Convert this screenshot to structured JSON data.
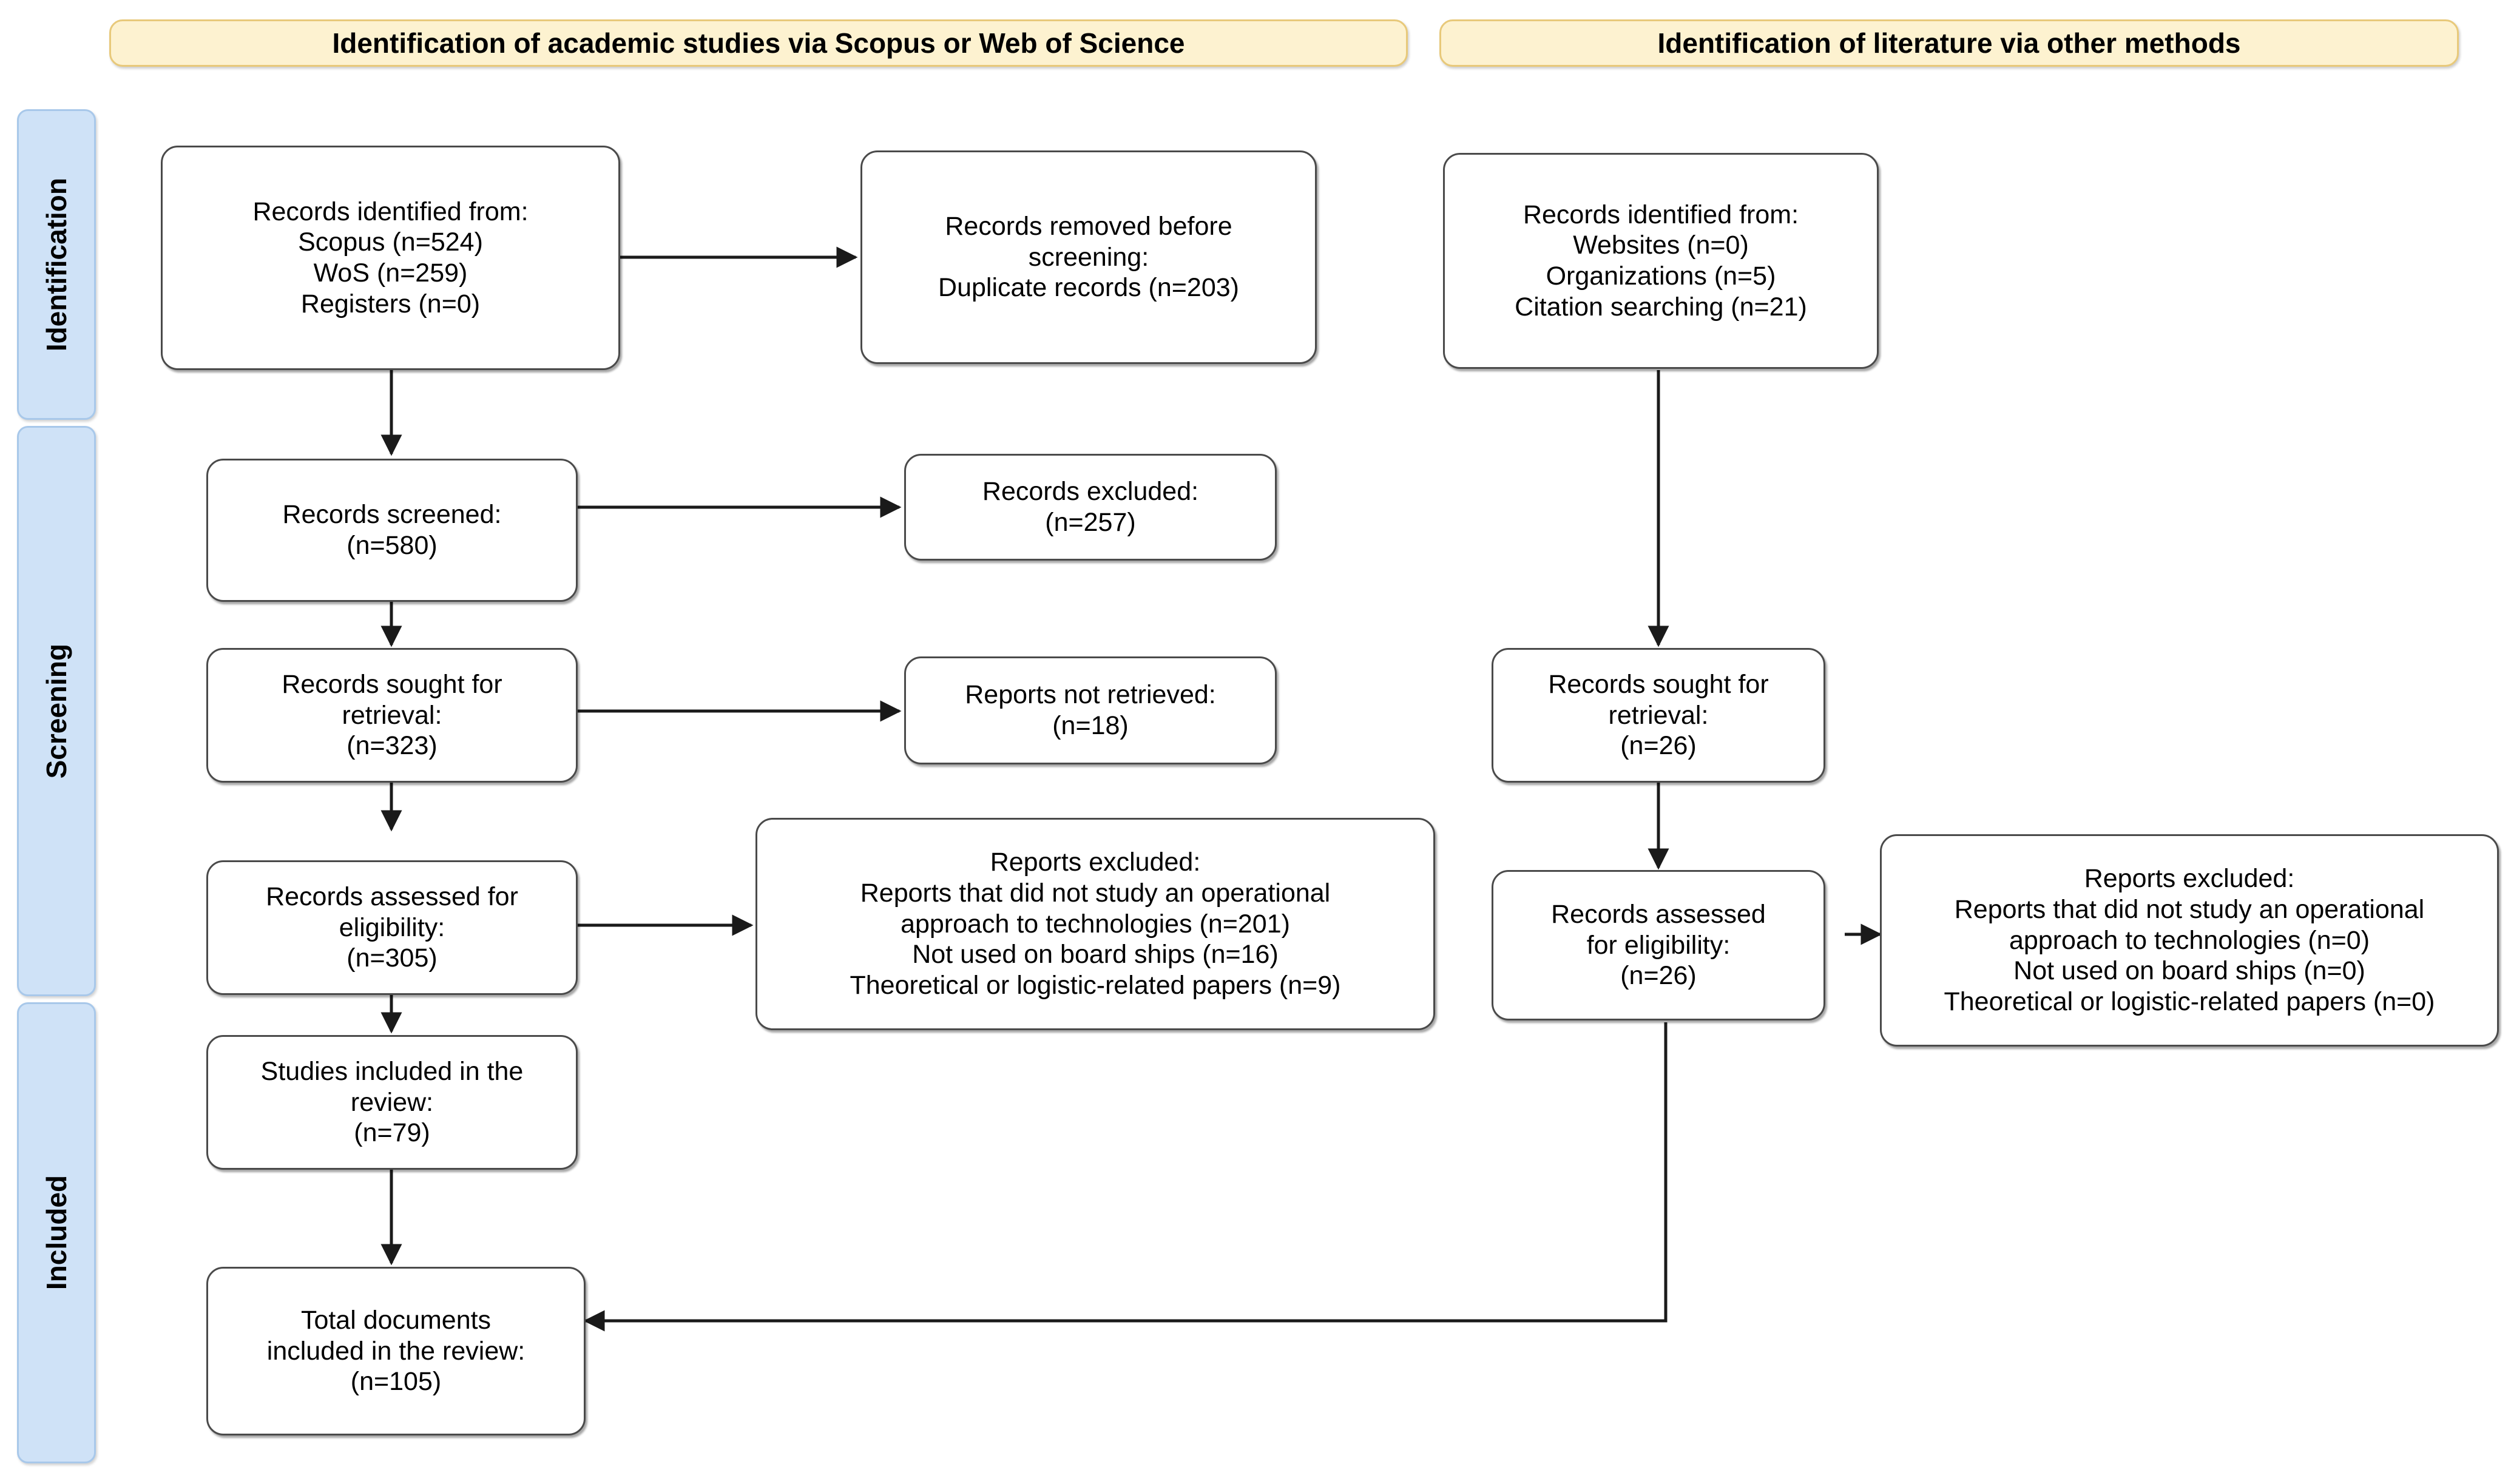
{
  "banners": [
    {
      "id": "banner-left",
      "label": "Identification of academic studies via Scopus or Web of Science"
    },
    {
      "id": "banner-right",
      "label": "Identification of literature via other methods"
    }
  ],
  "stage_bars": [
    {
      "id": "stage-identification",
      "label": "Identification"
    },
    {
      "id": "stage-screening",
      "label": "Screening"
    },
    {
      "id": "stage-included",
      "label": "Included"
    }
  ],
  "nodes": [
    {
      "id": "records-identified-db",
      "lines": [
        "Records identified from:",
        "Scopus (n=524)",
        "WoS (n=259)",
        "Registers (n=0)"
      ]
    },
    {
      "id": "records-removed",
      "lines": [
        "Records removed before",
        "screening:",
        "Duplicate records (n=203)"
      ]
    },
    {
      "id": "records-screened",
      "lines": [
        "Records screened:",
        "(n=580)"
      ]
    },
    {
      "id": "records-excluded",
      "lines": [
        "Records excluded:",
        "(n=257)"
      ]
    },
    {
      "id": "records-sought-left",
      "lines": [
        "Records sought for",
        "retrieval:",
        "(n=323)"
      ]
    },
    {
      "id": "reports-not-retrieved",
      "lines": [
        "Reports not retrieved:",
        "(n=18)"
      ]
    },
    {
      "id": "records-assessed-left",
      "lines": [
        "Records assessed for",
        "eligibility:",
        "(n=305)"
      ]
    },
    {
      "id": "reports-excluded-left",
      "lines": [
        "Reports excluded:",
        "Reports that did not study an operational",
        "approach to technologies (n=201)",
        "Not used on board ships (n=16)",
        "Theoretical or logistic-related papers (n=9)"
      ]
    },
    {
      "id": "studies-included",
      "lines": [
        "Studies included in the",
        "review:",
        "(n=79)"
      ]
    },
    {
      "id": "total-documents",
      "lines": [
        "Total documents",
        "included in the review:",
        "(n=105)"
      ]
    },
    {
      "id": "records-identified-other",
      "lines": [
        "Records identified from:",
        "Websites (n=0)",
        "Organizations (n=5)",
        "Citation searching (n=21)"
      ]
    },
    {
      "id": "records-sought-right",
      "lines": [
        "Records sought for",
        "retrieval:",
        "(n=26)"
      ]
    },
    {
      "id": "records-assessed-right",
      "lines": [
        "Records assessed",
        "for eligibility:",
        "(n=26)"
      ]
    },
    {
      "id": "reports-excluded-right",
      "lines": [
        "Reports excluded:",
        "Reports that did not study an operational",
        "approach to technologies (n=0)",
        "Not used on board ships (n=0)",
        "Theoretical or logistic-related papers (n=0)"
      ]
    }
  ],
  "colors": {
    "banner_fill": "#fdf2d0",
    "banner_border": "#e8c97a",
    "stage_fill": "#cfe2f7",
    "stage_border": "#a8c8ea",
    "node_border": "#4a4a4a",
    "node_fill": "#ffffff",
    "edge": "#1a1a1a"
  }
}
